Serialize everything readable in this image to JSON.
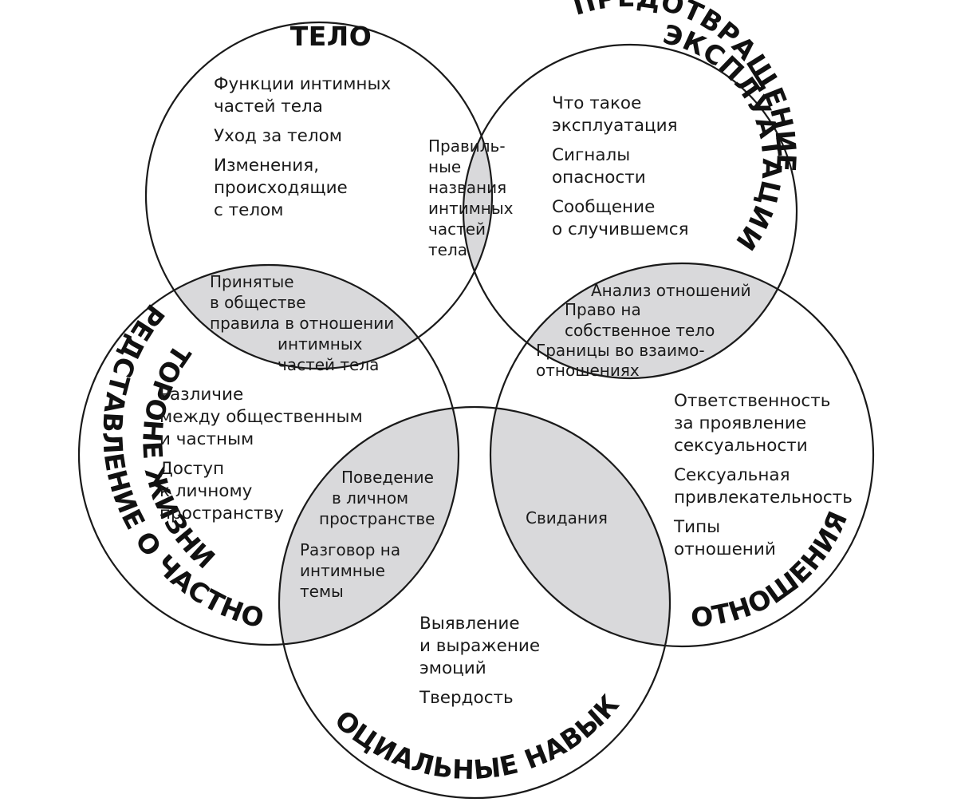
{
  "circles": {
    "body": {
      "title": "ТЕЛО",
      "items": [
        [
          "Функции интимных",
          "частей тела"
        ],
        [
          "Уход за телом"
        ],
        [
          "Изменения,",
          "происходящие",
          "с телом"
        ]
      ]
    },
    "exploitation": {
      "title_line1": "ПРЕДОТВРАЩЕНИЕ",
      "title_line2": "ЭКСПЛУАТАЦИИ",
      "items": [
        [
          "Что такое",
          "эксплуатация"
        ],
        [
          "Сигналы",
          "опасности"
        ],
        [
          "Сообщение",
          "о случившемся"
        ]
      ]
    },
    "privacy": {
      "title_line1": "ПРЕДСТАВЛЕНИЕ О ЧАСТНОЙ",
      "title_line2": "СТОРОНЕ ЖИЗНИ",
      "items": [
        [
          "Различие",
          "между общественным",
          "и частным"
        ],
        [
          "Доступ",
          "к личному",
          "пространству"
        ]
      ]
    },
    "relationships": {
      "title": "ОТНОШЕНИЯ",
      "items": [
        [
          "Ответственность",
          "за проявление",
          "сексуальности"
        ],
        [
          "Сексуальная",
          "привлекательность"
        ],
        [
          "Типы",
          "отношений"
        ]
      ]
    },
    "social": {
      "title": "СОЦИАЛЬНЫЕ НАВЫКИ",
      "items": [
        [
          "Выявление",
          "и выражение",
          "эмоций"
        ],
        [
          "Твердость"
        ]
      ]
    }
  },
  "overlaps": {
    "body_exploitation": [
      "Правиль-",
      "ные",
      "названия",
      "интимных",
      "частей",
      "тела"
    ],
    "body_privacy": [
      "Принятые",
      "в обществе",
      "правила в отношении",
      "интимных",
      "частей тела"
    ],
    "exploitation_relationships": [
      "Анализ отношений",
      "Право на",
      "собственное тело",
      "Границы во взаимо-",
      "отношениях"
    ],
    "privacy_social": [
      "Поведение",
      "в личном",
      "пространстве",
      "Разговор на",
      "интимные",
      "темы"
    ],
    "social_relationships": [
      "Свидания"
    ]
  }
}
